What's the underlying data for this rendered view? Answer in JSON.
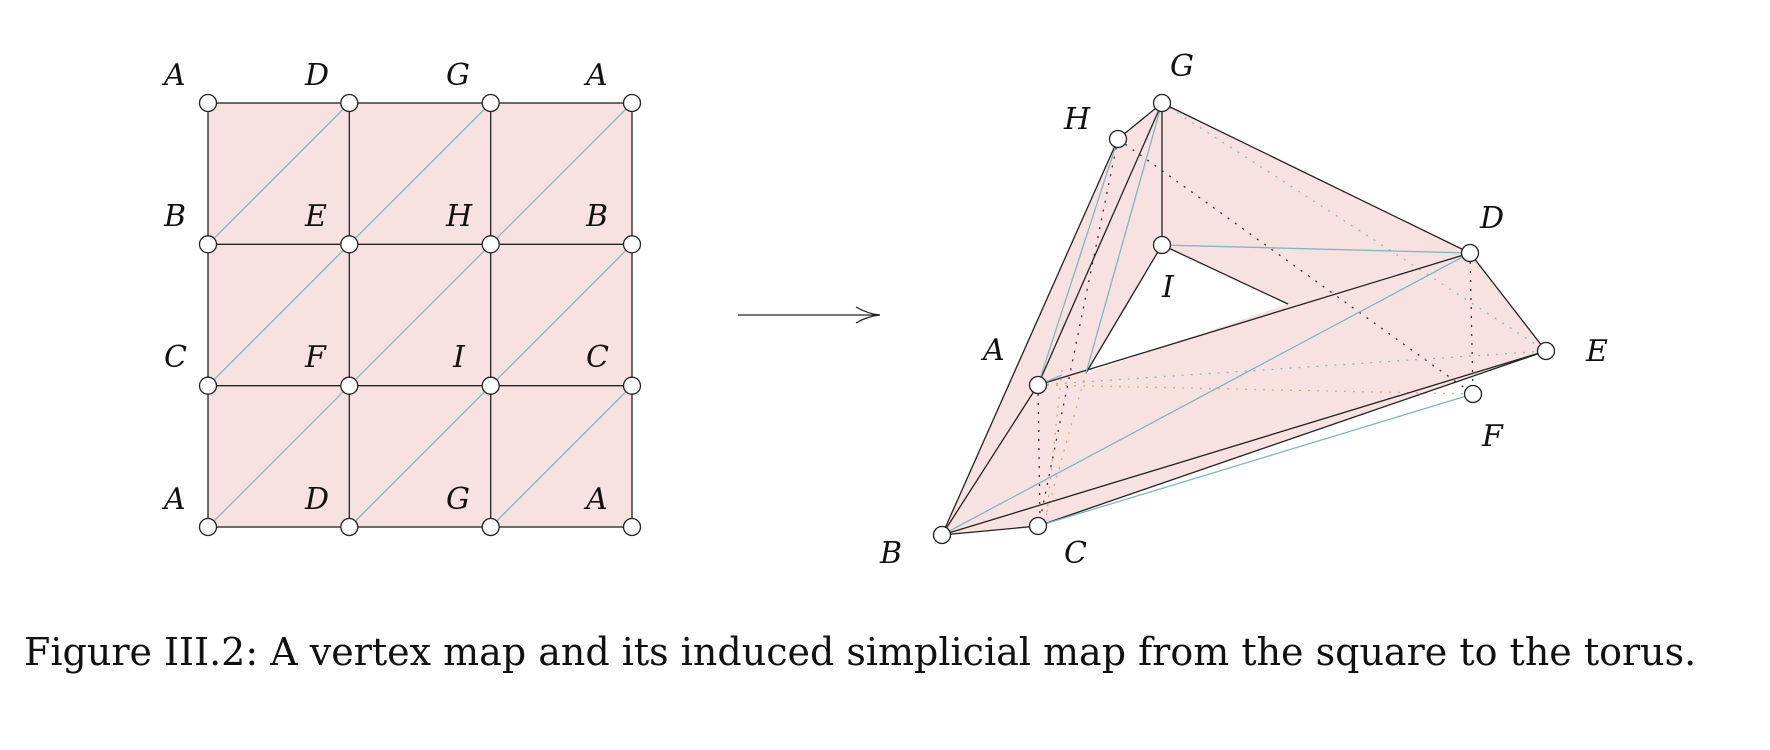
{
  "square": {
    "vertex_labels": [
      [
        "A",
        "D",
        "G",
        "A"
      ],
      [
        "B",
        "E",
        "H",
        "B"
      ],
      [
        "C",
        "F",
        "I",
        "C"
      ],
      [
        "A",
        "D",
        "G",
        "A"
      ]
    ]
  },
  "torus": {
    "vertex_labels": {
      "G": "G",
      "H": "H",
      "D": "D",
      "I": "I",
      "A": "A",
      "E": "E",
      "F": "F",
      "B": "B",
      "C": "C"
    }
  },
  "colors": {
    "face_fill": "#f8e2e1",
    "edge": "#222222",
    "diagonal": "#7fb8be",
    "hidden_orange": "#d9a779"
  },
  "caption": "Figure III.2: A vertex map and its induced simplicial map from the square to the torus."
}
